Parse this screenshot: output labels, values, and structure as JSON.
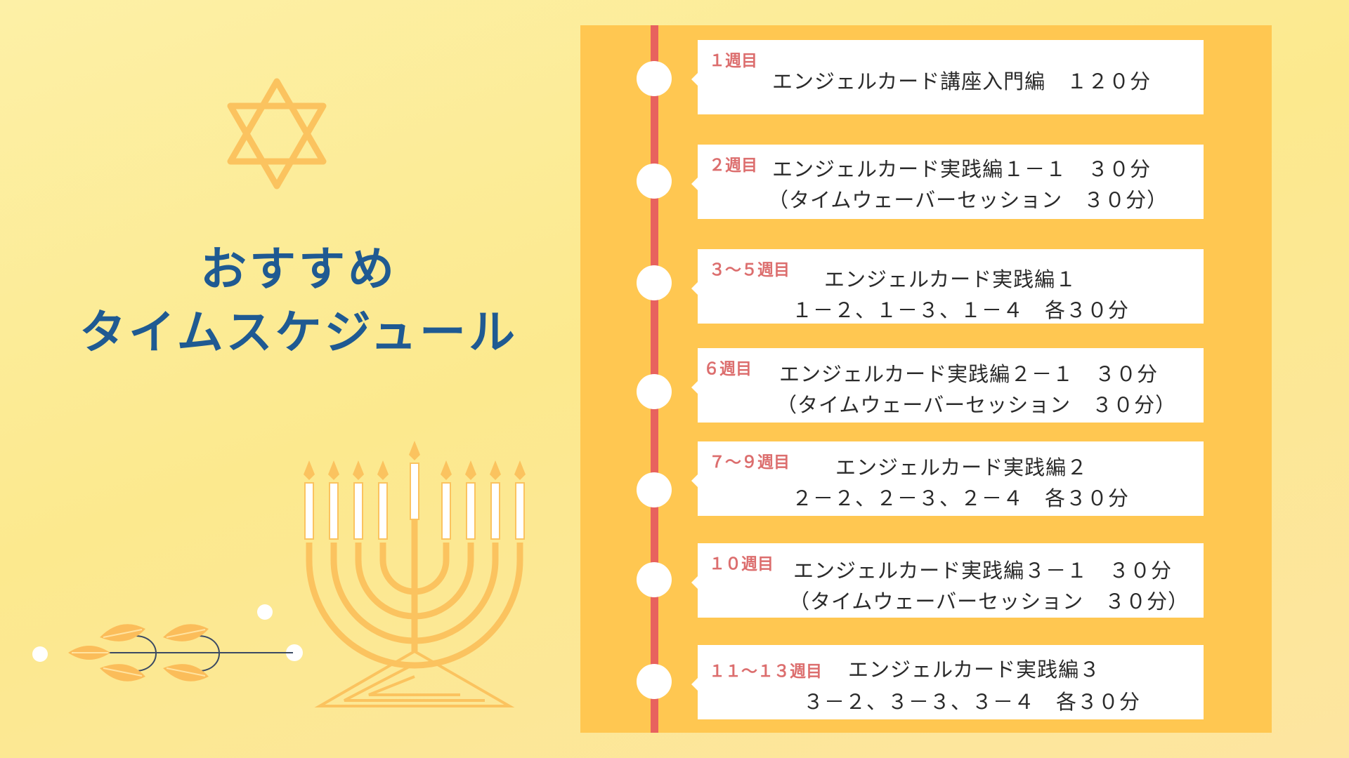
{
  "title": {
    "line1": "おすすめ",
    "line2": "タイムスケジュール"
  },
  "schedule": [
    {
      "week": "１週目",
      "line1": "エンジェルカード講座入門編　１２０分",
      "line2": ""
    },
    {
      "week": "２週目",
      "line1": "エンジェルカード実践編１－１　３０分",
      "line2": "（タイムウェーバーセッション　３０分）"
    },
    {
      "week": "３～５週目",
      "line1": "エンジェルカード実践編１",
      "line2": "１－２、１－３、１－４　各３０分"
    },
    {
      "week": "６週目",
      "line1": "エンジェルカード実践編２－１　３０分",
      "line2": "（タイムウェーバーセッション　３０分）"
    },
    {
      "week": "７～９週目",
      "line1": "エンジェルカード実践編２",
      "line2": "２－２、２－３、２－４　各３０分"
    },
    {
      "week": "１０週目",
      "line1": "エンジェルカード実践編３－１　３０分",
      "line2": "（タイムウェーバーセッション　３０分）"
    },
    {
      "week": "１１～１３週目",
      "line1": "エンジェルカード実践編３",
      "line2": "３－２、３－３、３－４　各３０分"
    }
  ],
  "colors": {
    "panel": "#ffc751",
    "rail": "#e8625e",
    "title": "#1f5a92",
    "week_label": "#dc6e6e",
    "decoration": "#fbc35f"
  },
  "icons": {
    "star": "star-of-david-icon",
    "menorah": "menorah-icon",
    "wheat": "wheat-branch-icon"
  }
}
